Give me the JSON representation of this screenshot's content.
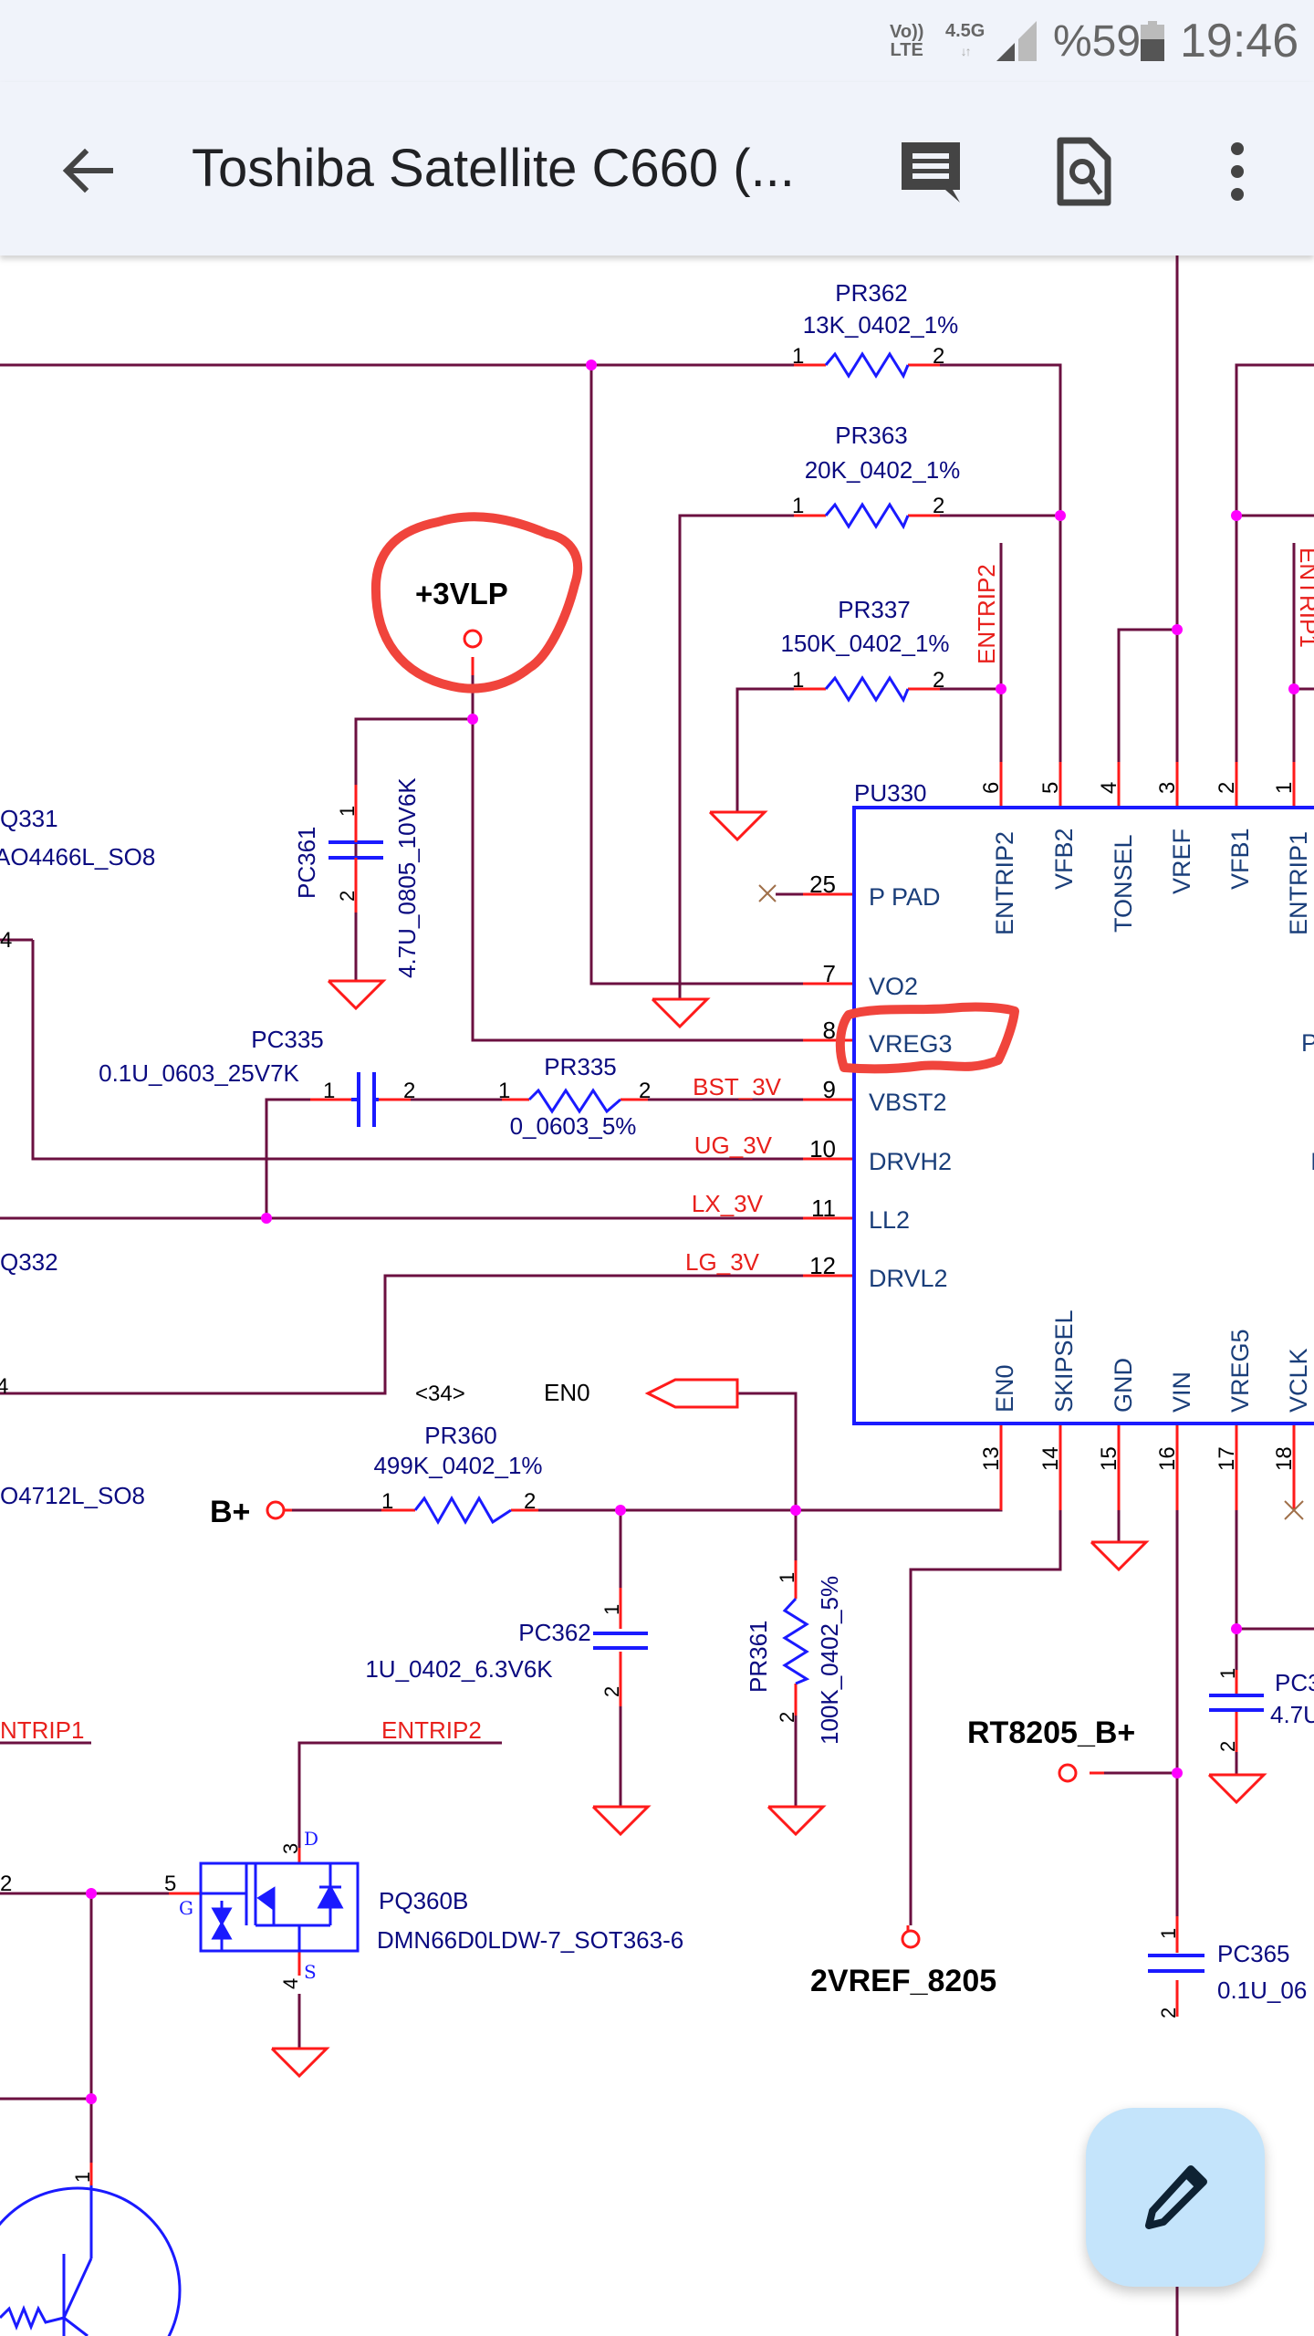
{
  "status_bar": {
    "volte_top": "Vo))",
    "volte_bottom": "LTE",
    "network": "4.5G",
    "network_arrows": "↓↑",
    "battery_percent": "%59",
    "battery_level_fraction": 0.59,
    "time": "19:46",
    "icons": [
      "volte-icon",
      "network-4.5g-icon",
      "signal-strength-icon",
      "battery-icon"
    ]
  },
  "app_bar": {
    "back_icon": "arrow-back-icon",
    "title": "Toshiba Satellite C660 (...",
    "actions": [
      {
        "name": "comments-button",
        "icon": "comment-icon"
      },
      {
        "name": "find-in-page-button",
        "icon": "find-in-page-icon"
      },
      {
        "name": "more-options-button",
        "icon": "more-vert-icon"
      }
    ]
  },
  "fab": {
    "icon": "edit-pencil-icon",
    "name": "edit-button"
  },
  "schematic": {
    "colors": {
      "wire": "#6b1040",
      "pin": "#ff1a1a",
      "component": "#1a1aff",
      "junction": "#ff00ff",
      "text_blue": "#0a0a80",
      "text_red": "#e8201c",
      "text_black": "#000000",
      "pin_label": "#1a3e7a",
      "annotation": "#f0443c"
    },
    "ic": {
      "ref": "PU330",
      "left_pins": [
        {
          "num": "25",
          "name": "P PAD",
          "net": ""
        },
        {
          "num": "7",
          "name": "VO2",
          "net": ""
        },
        {
          "num": "8",
          "name": "VREG3",
          "net": ""
        },
        {
          "num": "9",
          "name": "VBST2",
          "net": "BST_3V"
        },
        {
          "num": "10",
          "name": "DRVH2",
          "net": "UG_3V"
        },
        {
          "num": "11",
          "name": "LL2",
          "net": "LX_3V"
        },
        {
          "num": "12",
          "name": "DRVL2",
          "net": "LG_3V"
        }
      ],
      "top_pins": [
        {
          "num": "6",
          "name": "ENTRIP2"
        },
        {
          "num": "5",
          "name": "VFB2"
        },
        {
          "num": "4",
          "name": "TONSEL"
        },
        {
          "num": "3",
          "name": "VREF"
        },
        {
          "num": "2",
          "name": "VFB1"
        },
        {
          "num": "1",
          "name": "ENTRIP1"
        }
      ],
      "bottom_pins": [
        {
          "num": "13",
          "name": "EN0"
        },
        {
          "num": "14",
          "name": "SKIPSEL"
        },
        {
          "num": "15",
          "name": "GND"
        },
        {
          "num": "16",
          "name": "VIN"
        },
        {
          "num": "17",
          "name": "VREG5"
        },
        {
          "num": "18",
          "name": "VCLK"
        }
      ],
      "right_partial": [
        "P",
        "I"
      ]
    },
    "resistors": {
      "PR362": {
        "ref": "PR362",
        "value": "13K_0402_1%",
        "p1": "1",
        "p2": "2"
      },
      "PR363": {
        "ref": "PR363",
        "value": "20K_0402_1%",
        "p1": "1",
        "p2": "2"
      },
      "PR337": {
        "ref": "PR337",
        "value": "150K_0402_1%",
        "p1": "1",
        "p2": "2"
      },
      "PR335": {
        "ref": "PR335",
        "value": "0_0603_5%",
        "p1": "1",
        "p2": "2"
      },
      "PR360": {
        "ref": "PR360",
        "value": "499K_0402_1%",
        "p1": "1",
        "p2": "2"
      },
      "PR361": {
        "ref": "PR361",
        "value": "100K_0402_5%",
        "p1": "1",
        "p2": "2"
      }
    },
    "capacitors": {
      "PC361": {
        "ref": "PC361",
        "value": "4.7U_0805_10V6K",
        "p1": "1",
        "p2": "2"
      },
      "PC335": {
        "ref": "PC335",
        "value": "0.1U_0603_25V7K",
        "p1": "1",
        "p2": "2"
      },
      "PC362": {
        "ref": "PC362",
        "value": "1U_0402_6.3V6K",
        "p1": "1",
        "p2": "2"
      },
      "PC365": {
        "ref": "PC365",
        "value": "0.1U_06",
        "p1": "1",
        "p2": "2"
      },
      "PC3xx": {
        "ref": "PC3",
        "value": "4.7U",
        "p1": "1",
        "p2": "2"
      }
    },
    "transistors": {
      "PQ331": {
        "ref": "Q331",
        "value": "AO4466L_SO8",
        "pin": "4"
      },
      "PQ332": {
        "ref": "Q332",
        "value": "O4712L_SO8",
        "pin": "4"
      },
      "PQ360B": {
        "ref": "PQ360B",
        "value": "DMN66D0LDW-7_SOT363-6",
        "pin_g": "5",
        "pin_d": "3",
        "pin_s": "4",
        "g": "G",
        "d": "D",
        "s": "S",
        "left_pin": "2"
      }
    },
    "power_ports": {
      "vlp3": "+3VLP",
      "bplus": "B+",
      "rt8205_bplus": "RT8205_B+",
      "vref": "2VREF_8205"
    },
    "nets": {
      "entrip2_vertical": "ENTRIP2",
      "entrip1_vertical": "ENTRIP1",
      "entrip1_bottom": "NTRIP1",
      "entrip2_bottom": "ENTRIP2",
      "en0": "EN0",
      "en0_page_ref": "<34>"
    },
    "bottom_transistor_pin": "1",
    "annotations": [
      "circle around +3VLP",
      "circle around VREG3"
    ]
  }
}
